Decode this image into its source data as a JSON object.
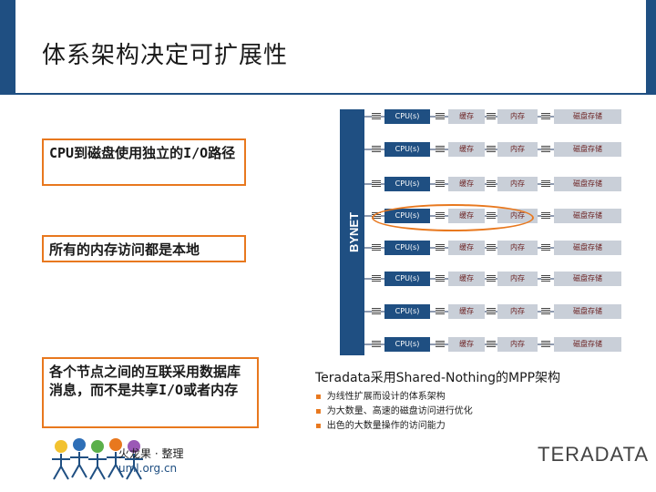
{
  "title": "体系架构决定可扩展性",
  "callouts": {
    "independent_path": "CPU到磁盘使用独立的I/O路径",
    "local_memory": "所有的内存访问都是本地",
    "interconnect": "各个节点之间的互联采用数据库消息，而不是共享I/O或者内存"
  },
  "bynet_label": "BYNET",
  "nodes": [
    {
      "cpu": "CPU(s)",
      "cache": "缓存",
      "memory": "内存",
      "disk": "磁盘存储"
    },
    {
      "cpu": "CPU(s)",
      "cache": "缓存",
      "memory": "内存",
      "disk": "磁盘存储"
    },
    {
      "cpu": "CPU(s)",
      "cache": "缓存",
      "memory": "内存",
      "disk": "磁盘存储"
    },
    {
      "cpu": "CPU(s)",
      "cache": "缓存",
      "memory": "内存",
      "disk": "磁盘存储"
    },
    {
      "cpu": "CPU(s)",
      "cache": "缓存",
      "memory": "内存",
      "disk": "磁盘存储"
    },
    {
      "cpu": "CPU(s)",
      "cache": "缓存",
      "memory": "内存",
      "disk": "磁盘存储"
    },
    {
      "cpu": "CPU(s)",
      "cache": "缓存",
      "memory": "内存",
      "disk": "磁盘存储"
    },
    {
      "cpu": "CPU(s)",
      "cache": "缓存",
      "memory": "内存",
      "disk": "磁盘存储"
    }
  ],
  "subtitle": "Teradata采用Shared-Nothing的MPP架构",
  "bullets": [
    "为线性扩展而设计的体系架构",
    "为大数量、高速的磁盘访问进行优化",
    "出色的大数量操作的访问能力"
  ],
  "footer": {
    "logo_text": "火龙果 · 整理",
    "logo_url": "uml.org.cn",
    "brand": "TERADATA"
  },
  "colors": {
    "accent_orange": "#e8781e",
    "navy": "#1f4f82",
    "cell_gray": "#c9cfd8"
  }
}
